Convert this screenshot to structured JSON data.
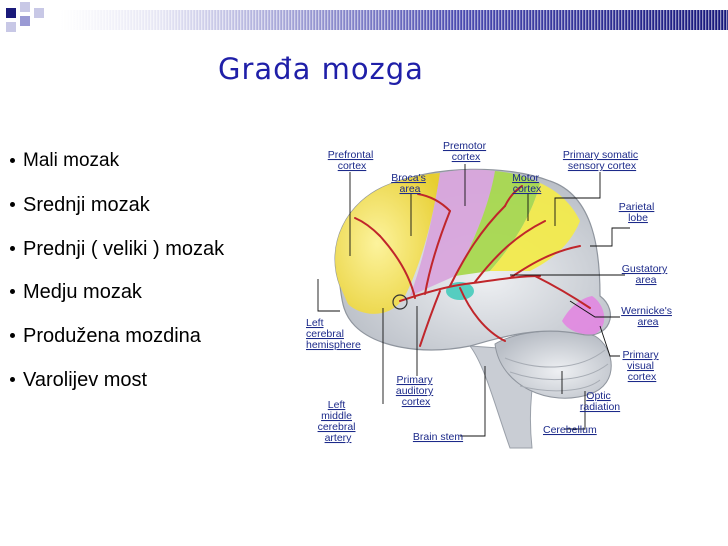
{
  "slide": {
    "title": "Građa mozga",
    "bullets": [
      "Mali mozak",
      "Srednji mozak",
      "Prednji ( veliki ) mozak",
      "Medju mozak",
      "Produžena mozdina",
      "Varolijev most"
    ]
  },
  "diagram": {
    "labels": {
      "prefrontal_cortex": [
        "Prefrontal",
        "cortex"
      ],
      "premotor_cortex": [
        "Premotor",
        "cortex"
      ],
      "primary_somatic_sensory_cortex": [
        "Primary somatic",
        "sensory cortex"
      ],
      "brocas_area": [
        "Broca's",
        "area"
      ],
      "motor_cortex": [
        "Motor",
        "cortex"
      ],
      "parietal_lobe": [
        "Parietal",
        "lobe"
      ],
      "gustatory_area": [
        "Gustatory",
        "area"
      ],
      "wernickes_area": [
        "Wernicke's",
        "area"
      ],
      "left_cerebral_hemisphere": [
        "Left",
        "cerebral",
        "hemisphere"
      ],
      "primary_visual_cortex": [
        "Primary",
        "visual",
        "cortex"
      ],
      "primary_auditory_cortex": [
        "Primary",
        "auditory",
        "cortex"
      ],
      "optic_radiation": [
        "Optic",
        "radiation"
      ],
      "left_middle_cerebral_artery": [
        "Left",
        "middle",
        "cerebral",
        "artery"
      ],
      "cerebellum": [
        "Cerebellum"
      ],
      "brain_stem": [
        "Brain stem"
      ]
    }
  },
  "colors": {
    "title": "#1f1fa8",
    "band_dark": "#1a1a7a",
    "band_light": "#c8c8e6",
    "label_text": "#1c2a8a",
    "artery": "#c0262b",
    "prefrontal": "#f2e34a",
    "premotor": "#d7a5dc",
    "motor": "#a8d84f",
    "somatic": "#f2ea4c",
    "visual": "#e08ae0",
    "brain_gray": "#d7dbe1"
  }
}
